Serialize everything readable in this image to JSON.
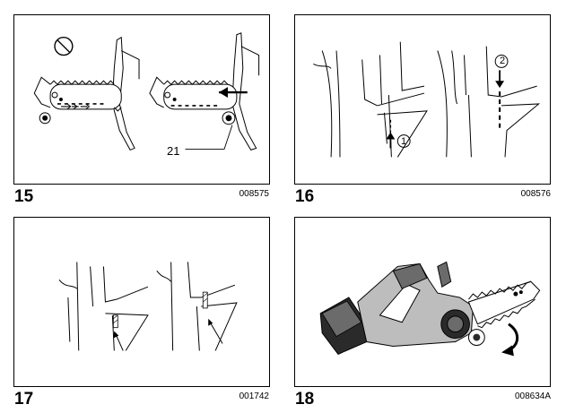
{
  "figures": [
    {
      "number": "15",
      "code": "008575",
      "callout": "21"
    },
    {
      "number": "16",
      "code": "008576",
      "marker1": "1",
      "marker2": "2"
    },
    {
      "number": "17",
      "code": "001742"
    },
    {
      "number": "18",
      "code": "008634A"
    }
  ],
  "icons": {
    "fig15_prohibited": "prohibited-icon",
    "fig15_arrow": "left-arrow-icon",
    "fig16_arrow_up": "up-arrow-icon",
    "fig16_arrow_down": "down-arrow-icon",
    "fig18_rotation": "rotation-arrow-icon"
  },
  "colors": {
    "ink": "#000000",
    "paper": "#ffffff",
    "tool_dark": "#2a2a2a",
    "tool_mid": "#6b6b6b",
    "tool_light": "#bdbdbd"
  }
}
